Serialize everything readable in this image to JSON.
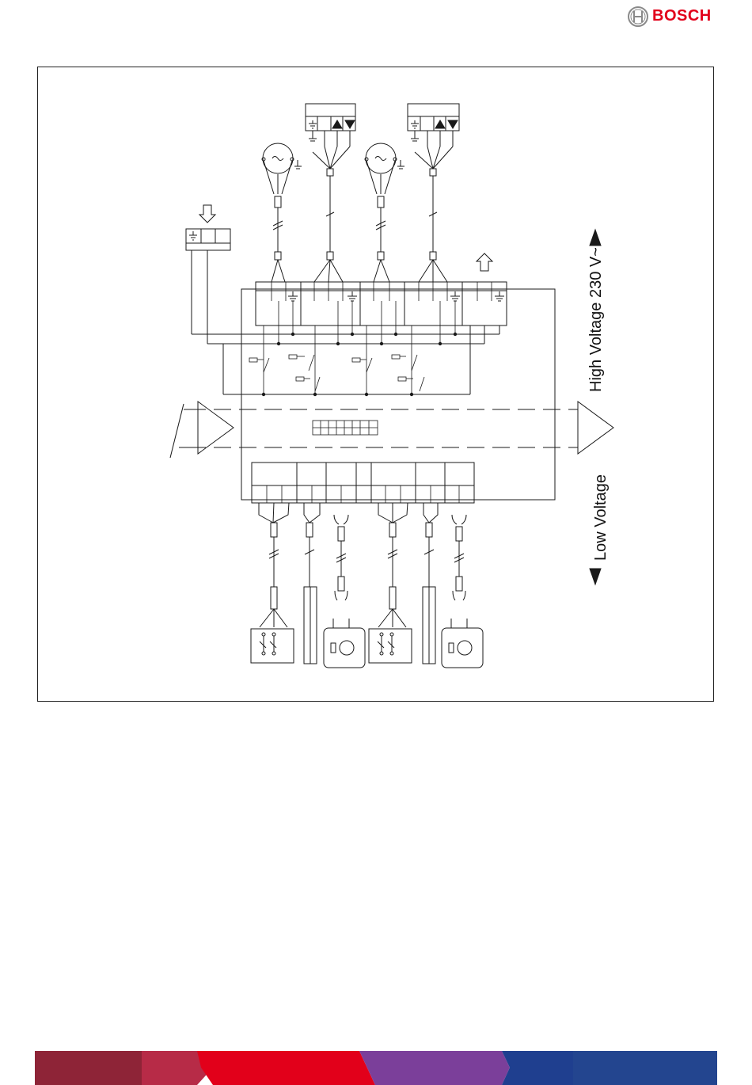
{
  "brand": {
    "name": "BOSCH",
    "color": "#e2001a"
  },
  "diagram": {
    "label_high": "High Voltage 230 V~",
    "label_low": "Low Voltage",
    "line_color": "#1a1a1a"
  },
  "footer": {
    "colors": [
      "#8e2437",
      "#b72b47",
      "#e2001a",
      "#7b3f9a",
      "#1f3f8f",
      "#23458f"
    ]
  }
}
